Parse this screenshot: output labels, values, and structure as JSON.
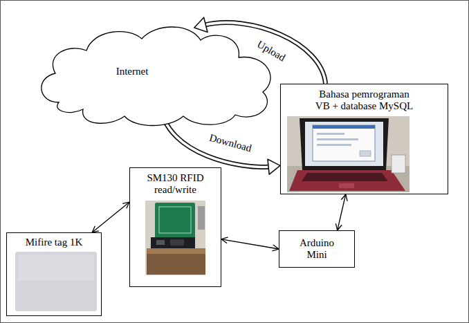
{
  "diagram": {
    "nodes": [
      {
        "text": [
          "Internet"
        ]
      },
      {
        "text": [
          "Bahasa pemrograman VB + database MySQL"
        ]
      },
      {
        "text": [
          "SM130 RFID read/write"
        ]
      },
      {
        "text": [
          "Mifire tag 1K"
        ]
      },
      {
        "text": [
          "Arduino Mini"
        ]
      }
    ],
    "edges": [
      {
        "from": 1,
        "to": 0,
        "arrow": "to",
        "label": "Upload"
      },
      {
        "from": 0,
        "to": 1,
        "arrow": "to",
        "label": "Download"
      },
      {
        "from": 3,
        "to": 2,
        "arrow": "both"
      },
      {
        "from": 2,
        "to": 4,
        "arrow": "both"
      },
      {
        "from": 4,
        "to": 1,
        "arrow": "both"
      }
    ]
  }
}
